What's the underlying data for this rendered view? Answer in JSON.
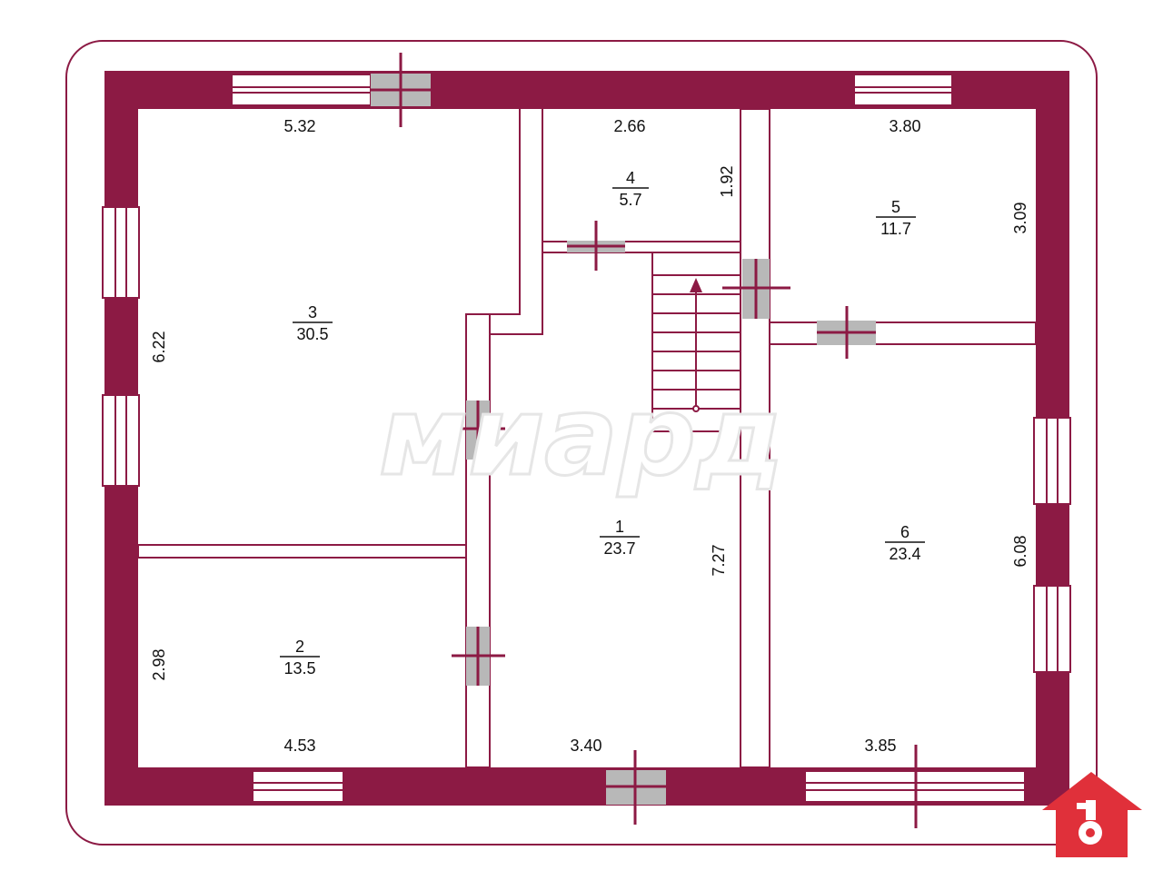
{
  "colors": {
    "wall": "#8c1a44",
    "door": "#b8b8b8",
    "logo": "#e0303a",
    "outline": "#8c1a44"
  },
  "watermark": "миард",
  "logo_icon": "house-key-icon",
  "rooms": [
    {
      "number": "1",
      "area": "23.7"
    },
    {
      "number": "2",
      "area": "13.5"
    },
    {
      "number": "3",
      "area": "30.5"
    },
    {
      "number": "4",
      "area": "5.7"
    },
    {
      "number": "5",
      "area": "11.7"
    },
    {
      "number": "6",
      "area": "23.4"
    }
  ],
  "dimensions": {
    "top_left": "5.32",
    "top_mid": "2.66",
    "top_right": "3.80",
    "left_upper": "6.22",
    "left_lower": "2.98",
    "room4_height": "1.92",
    "room5_height": "3.09",
    "hall_height": "7.27",
    "right_lower": "6.08",
    "bottom_left": "4.53",
    "bottom_mid": "3.40",
    "bottom_right": "3.85"
  }
}
